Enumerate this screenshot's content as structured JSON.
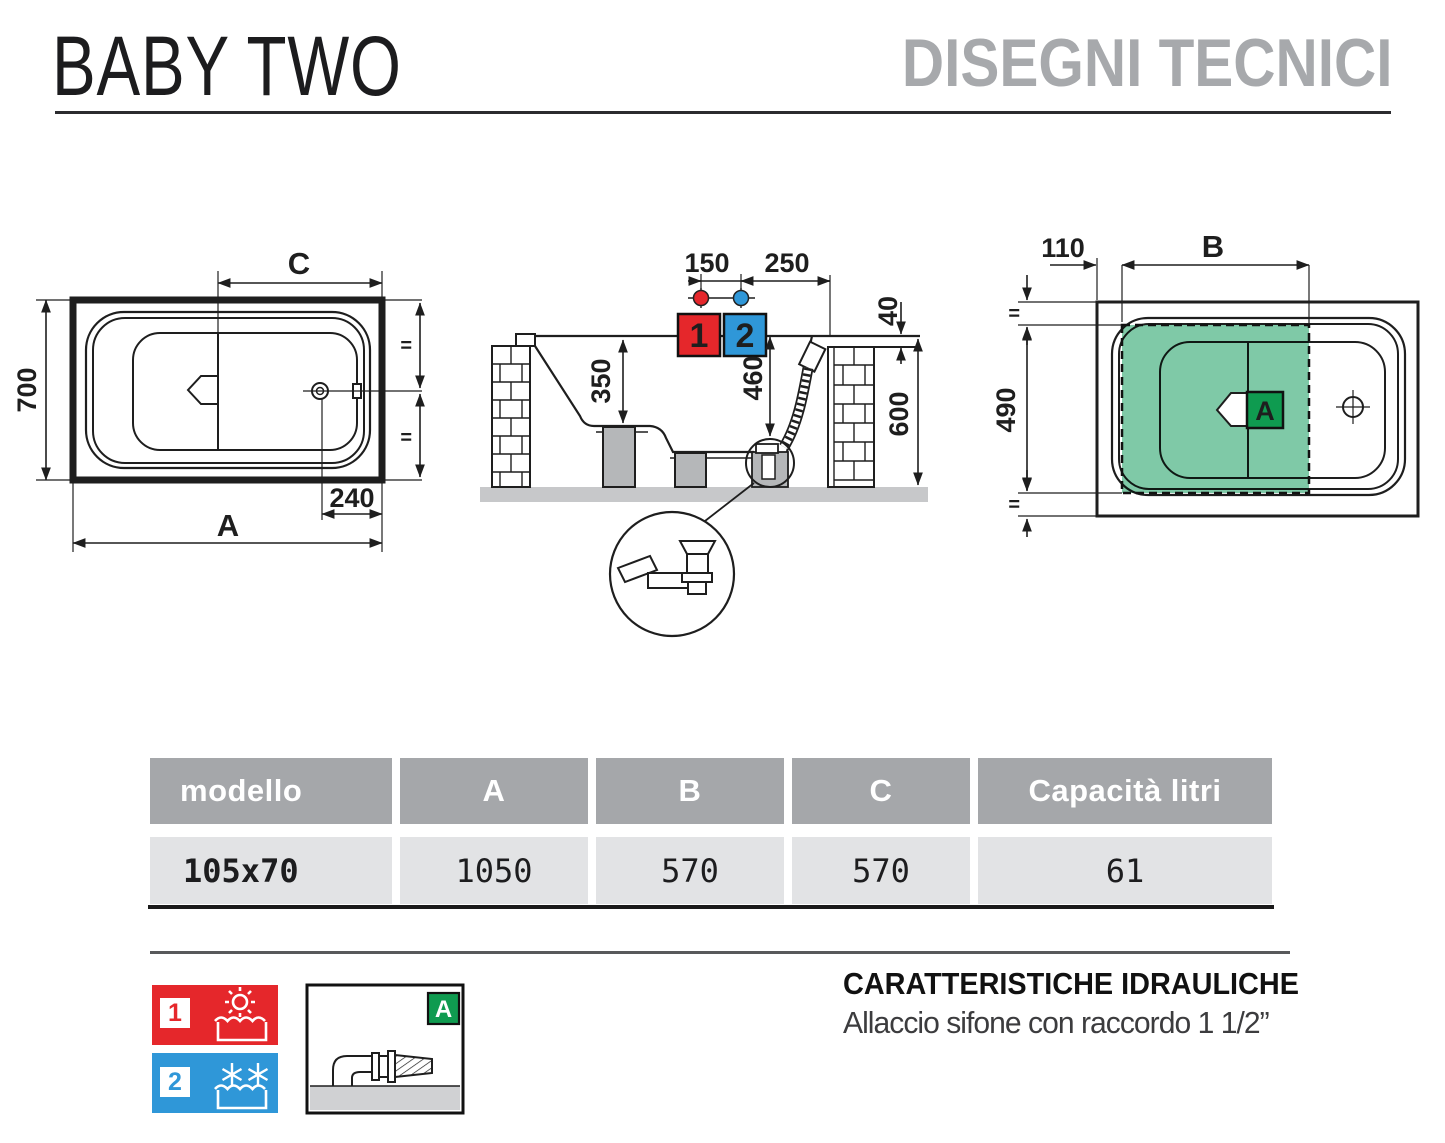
{
  "header": {
    "title": "BABY TWO",
    "section_title": "DISEGNI TECNICI"
  },
  "drawings": {
    "top_view": {
      "dim_c": "C",
      "dim_height": "700",
      "dim_drain_offset": "240",
      "dim_length": "A",
      "equal_top": "=",
      "equal_bottom": "="
    },
    "section_view": {
      "dim_tap_spacing": "150",
      "dim_tap_to_wall": "250",
      "dim_rim_lip": "40",
      "dim_inner_depth": "350",
      "dim_drain_height": "460",
      "dim_rim_height": "600",
      "hot_tag": "1",
      "cold_tag": "2"
    },
    "plan_view": {
      "dim_side": "110",
      "dim_b": "B",
      "dim_width": "490",
      "area_tag": "A",
      "equal_top": "=",
      "equal_bottom": "="
    }
  },
  "table": {
    "headers": [
      "modello",
      "A",
      "B",
      "C",
      "Capacità litri"
    ],
    "rows": [
      {
        "modello": "105x70",
        "A": "1050",
        "B": "570",
        "C": "570",
        "capacita": "61"
      }
    ]
  },
  "legend": {
    "hot_tag": "1",
    "cold_tag": "2",
    "siphon_tag": "A"
  },
  "hydraulics": {
    "title": "CARATTERISTICHE IDRAULICHE",
    "description": "Allaccio sifone con raccordo 1 1/2”"
  },
  "colors": {
    "red": "#e5272b",
    "blue": "#2f97d8",
    "green_area": "#7fc9a7",
    "green_badge": "#0f9b50",
    "header_gray": "#a7a9ac",
    "table_header_bg": "#a5a7aa",
    "table_row_bg": "#e2e3e5",
    "line": "#1e1e1e",
    "floor_gray": "#c7c8ca",
    "pillar_gray": "#b5b7b9"
  }
}
